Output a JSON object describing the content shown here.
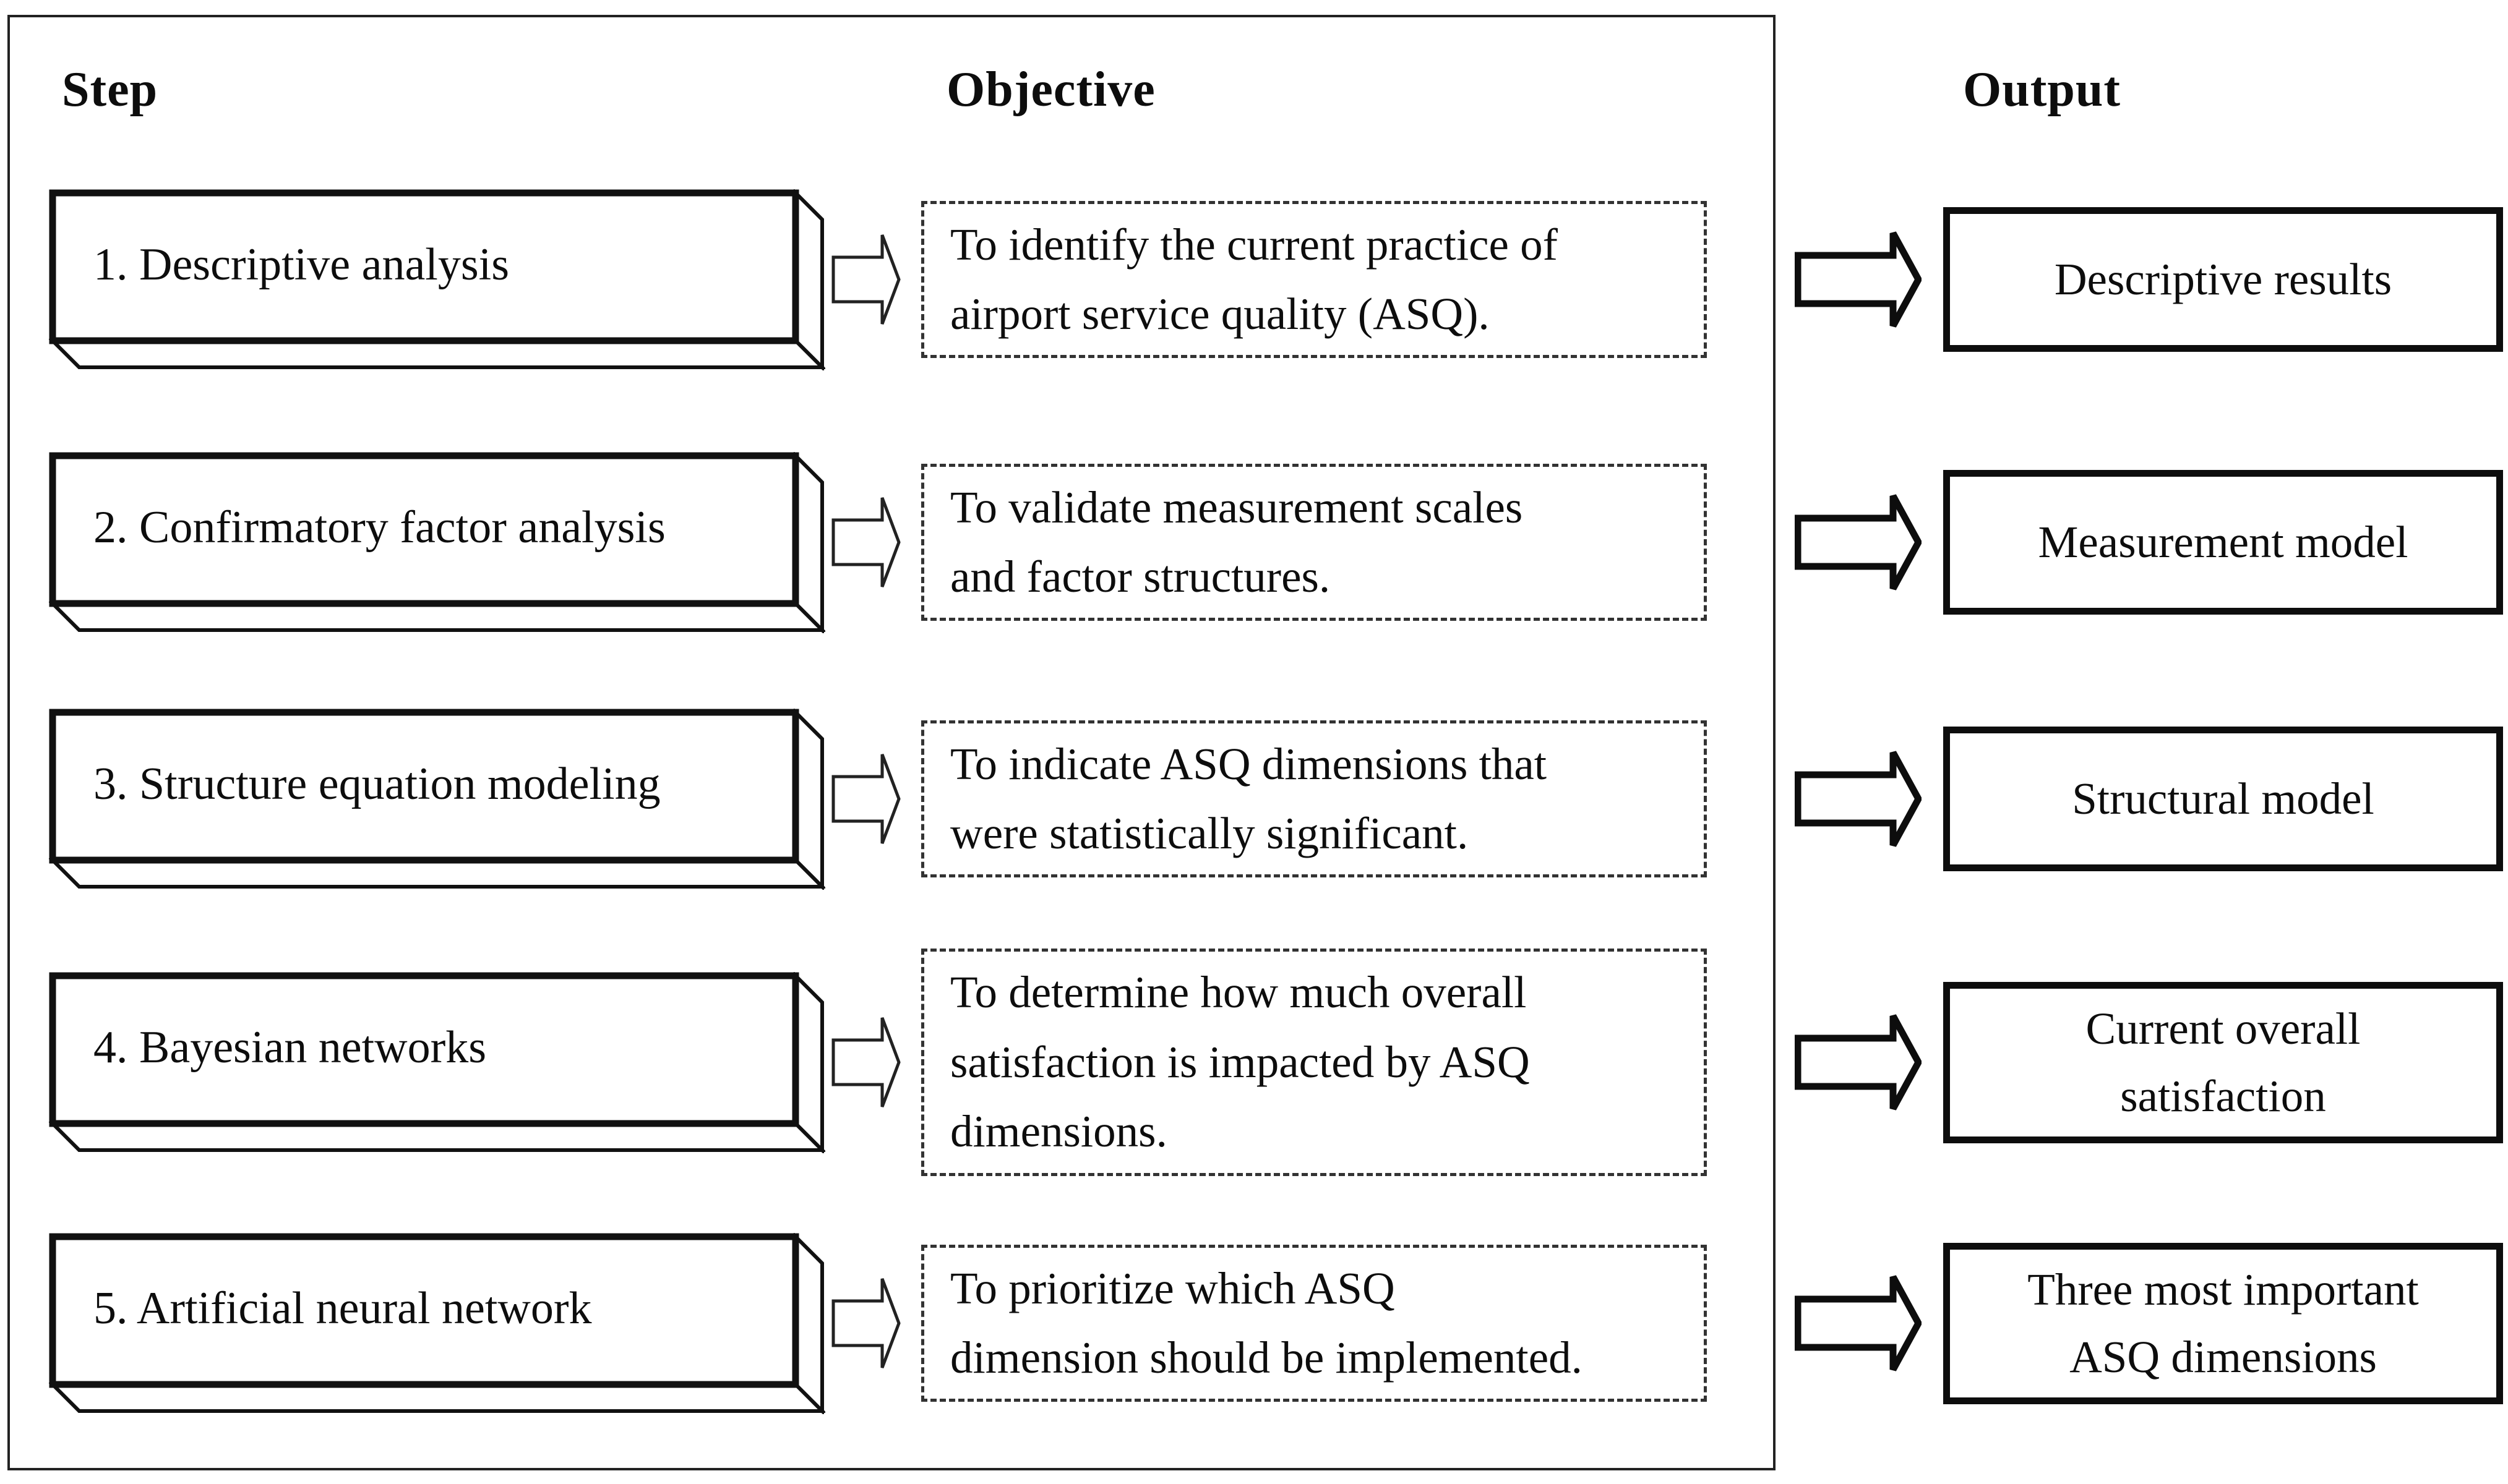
{
  "headers": {
    "step": "Step",
    "objective": "Objective",
    "output": "Output"
  },
  "rows": [
    {
      "step": "1. Descriptive analysis",
      "objective_lines": [
        "To identify the current practice of",
        "airport service quality (ASQ)."
      ],
      "output_lines": [
        "Descriptive results"
      ]
    },
    {
      "step": "2. Confirmatory factor analysis",
      "objective_lines": [
        "To validate measurement scales",
        "and factor structures."
      ],
      "output_lines": [
        "Measurement model"
      ]
    },
    {
      "step": "3. Structure equation modeling",
      "objective_lines": [
        "To indicate ASQ dimensions that",
        "were statistically significant."
      ],
      "output_lines": [
        "Structural model"
      ]
    },
    {
      "step": "4. Bayesian networks",
      "objective_lines": [
        "To determine how much overall",
        "satisfaction is impacted by ASQ",
        "dimensions."
      ],
      "output_lines": [
        "Current overall",
        "satisfaction"
      ]
    },
    {
      "step": "5. Artificial neural network",
      "objective_lines": [
        "To prioritize which ASQ",
        "dimension should be implemented."
      ],
      "output_lines": [
        "Three most important",
        "ASQ dimensions"
      ]
    }
  ],
  "colors": {
    "line": "#0d0d0d",
    "dashed_border": "#333333",
    "background": "#ffffff"
  }
}
